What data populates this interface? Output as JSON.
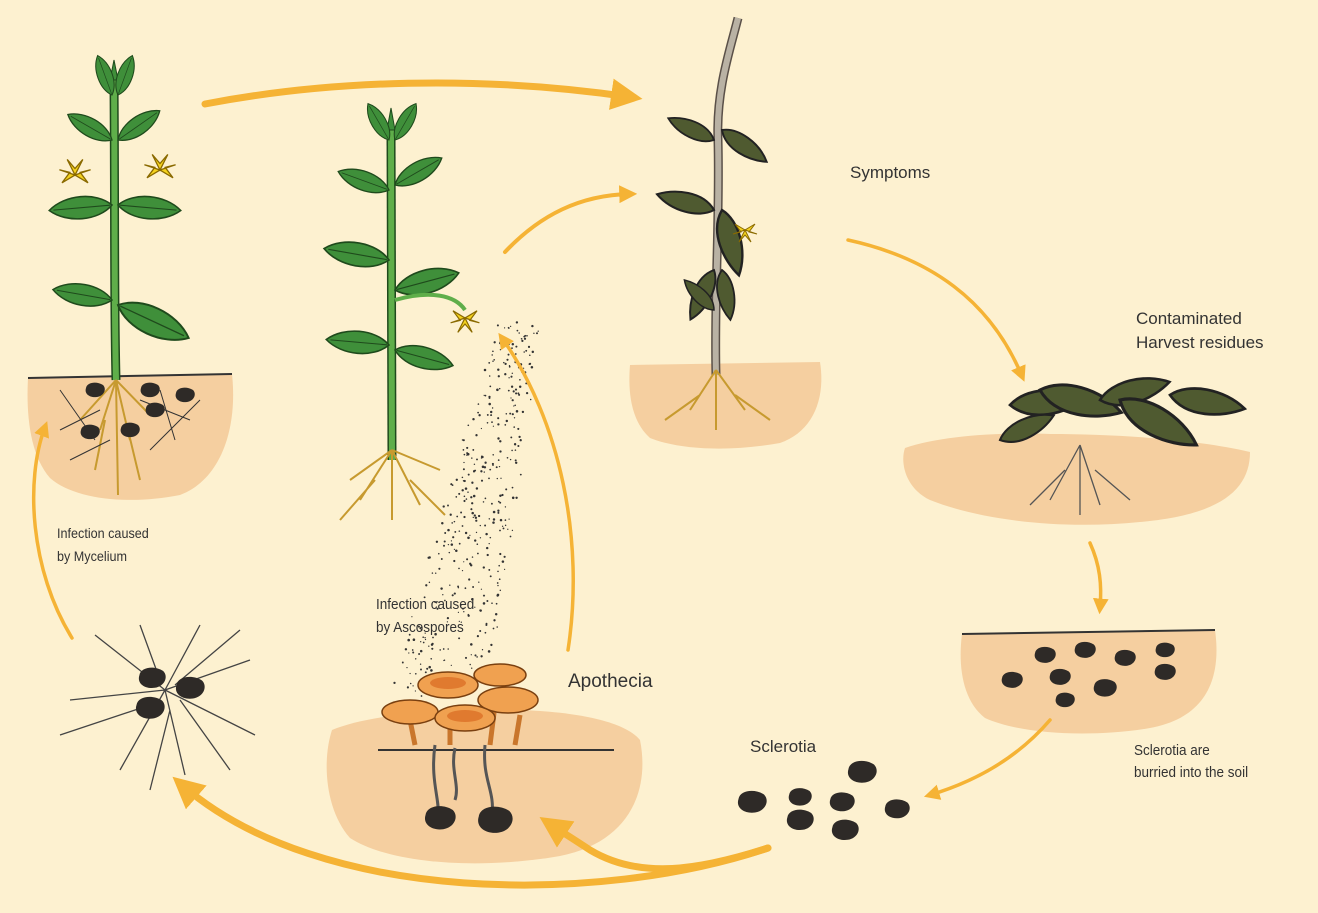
{
  "labels": {
    "symptoms": "Symptoms",
    "residues_line1": "Contaminated",
    "residues_line2": "Harvest residues",
    "buried_line1": "Sclerotia are",
    "buried_line2": "burried into the soil",
    "sclerotia": "Sclerotia",
    "apothecia": "Apothecia",
    "ascospores_line1": "Infection caused",
    "ascospores_line2": "by Ascospores",
    "mycelium_line1": "Infection caused",
    "mycelium_line2": "by Mycelium"
  },
  "colors": {
    "background": "#fdf1d0",
    "arrow": "#f5b335",
    "soil": "#f5cfa0",
    "leaf": "#3f8f3a",
    "stem": "#5fae4a",
    "flower": "#f4d21e",
    "sclerotium": "#2e2a27",
    "apothecium": "#f0a150"
  }
}
